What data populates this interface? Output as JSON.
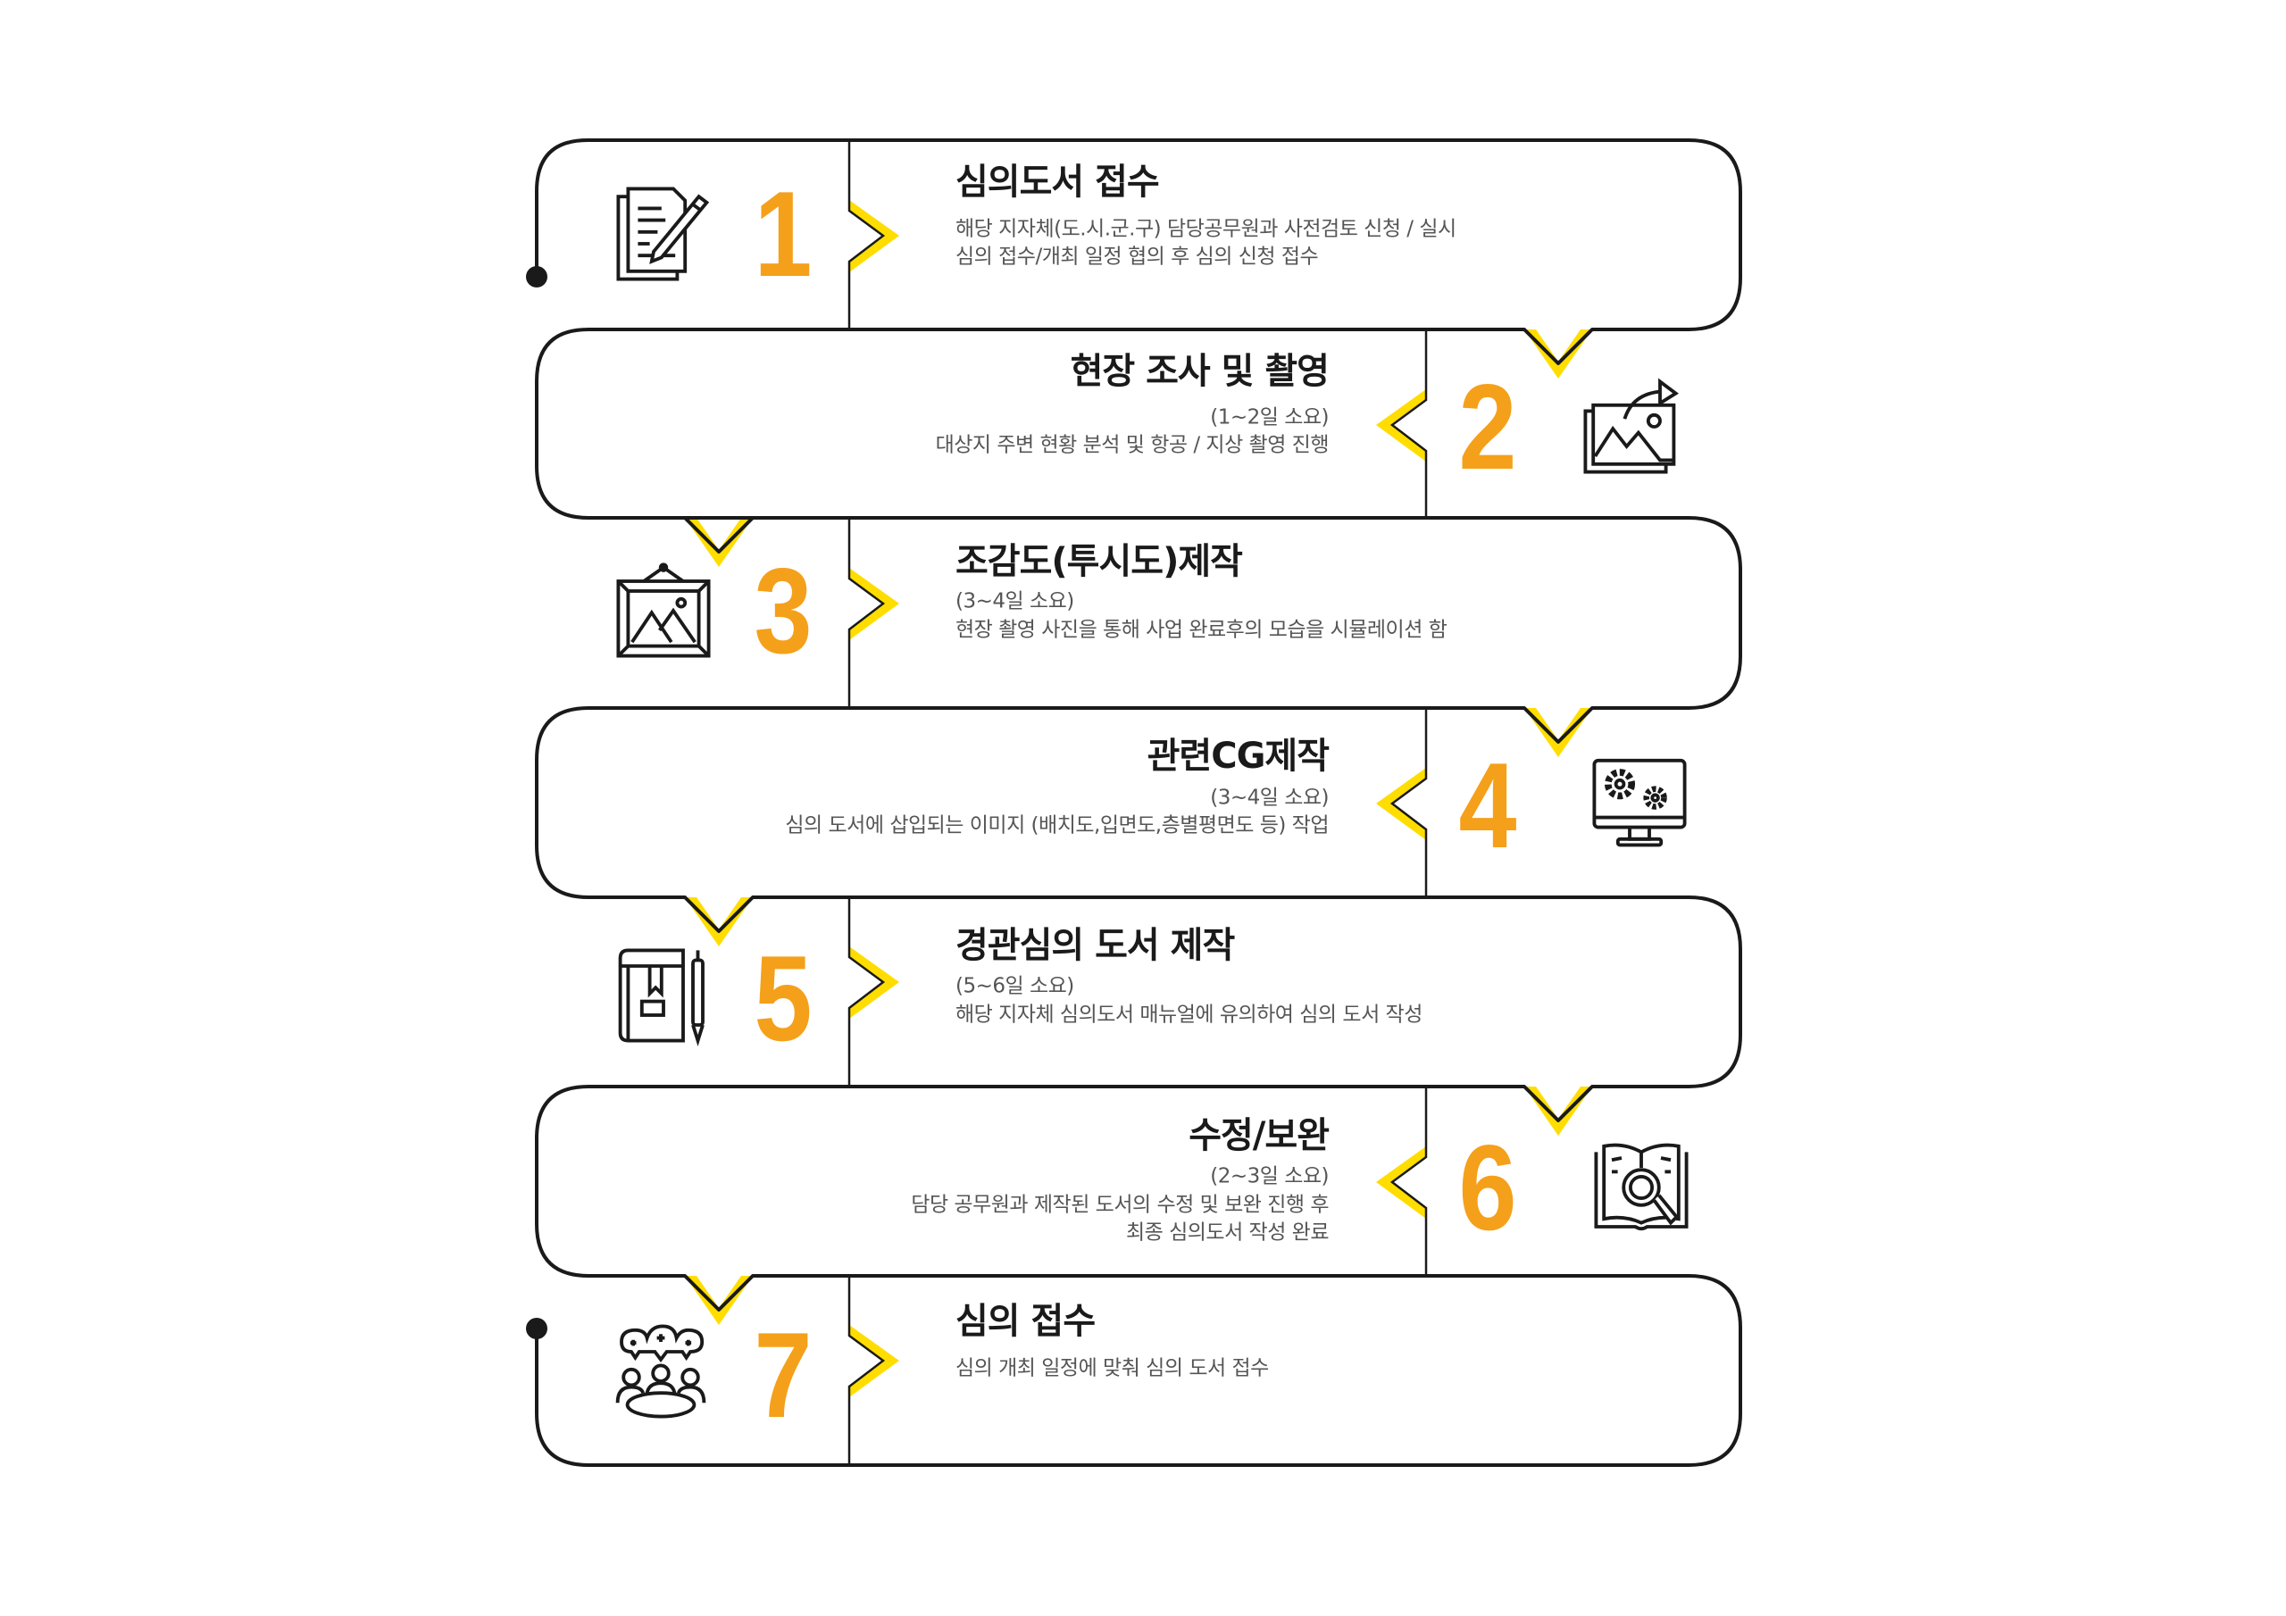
{
  "colors": {
    "accent_orange": "#F5A01A",
    "accent_yellow": "#FFDD00",
    "line": "#1a1a1a",
    "title": "#1a1a1a",
    "body": "#555555"
  },
  "steps": [
    {
      "number": "1",
      "icon": "document-pen-icon",
      "title": "심의도서 접수",
      "lines": [
        "해당 지자체(도.시.군.구) 담당공무원과 사전검토 신청 / 실시",
        "심의 접수/개최 일정 협의 후 심의 신청 접수"
      ]
    },
    {
      "number": "2",
      "icon": "photo-share-icon",
      "title": "현장 조사 및 촬영",
      "lines": [
        "(1~2일 소요)",
        "대상지 주변 현황 분석 및 항공 / 지상 촬영 진행"
      ]
    },
    {
      "number": "3",
      "icon": "framed-picture-icon",
      "title": "조감도(투시도)제작",
      "lines": [
        "(3~4일 소요)",
        "현장 촬영 사진을 통해 사업 완료후의 모습을 시뮬레이션 함"
      ]
    },
    {
      "number": "4",
      "icon": "monitor-gears-icon",
      "title": "관련CG제작",
      "lines": [
        "(3~4일 소요)",
        "심의 도서에 삽입되는 이미지 (배치도,입면도,층별평면도 등) 작업"
      ]
    },
    {
      "number": "5",
      "icon": "book-pen-icon",
      "title": "경관심의 도서 제작",
      "lines": [
        "(5~6일 소요)",
        "해당 지자체 심의도서 매뉴얼에 유의하여 심의 도서 작성"
      ]
    },
    {
      "number": "6",
      "icon": "book-magnifier-icon",
      "title": "수정/보완",
      "lines": [
        "(2~3일 소요)",
        "담당 공무원과 제작된 도서의 수정 및 보완 진행 후",
        "최종 심의도서 작성 완료"
      ]
    },
    {
      "number": "7",
      "icon": "meeting-table-icon",
      "title": "심의 접수",
      "lines": [
        "심의 개최 일정에 맞춰 심의 도서 접수"
      ]
    }
  ]
}
